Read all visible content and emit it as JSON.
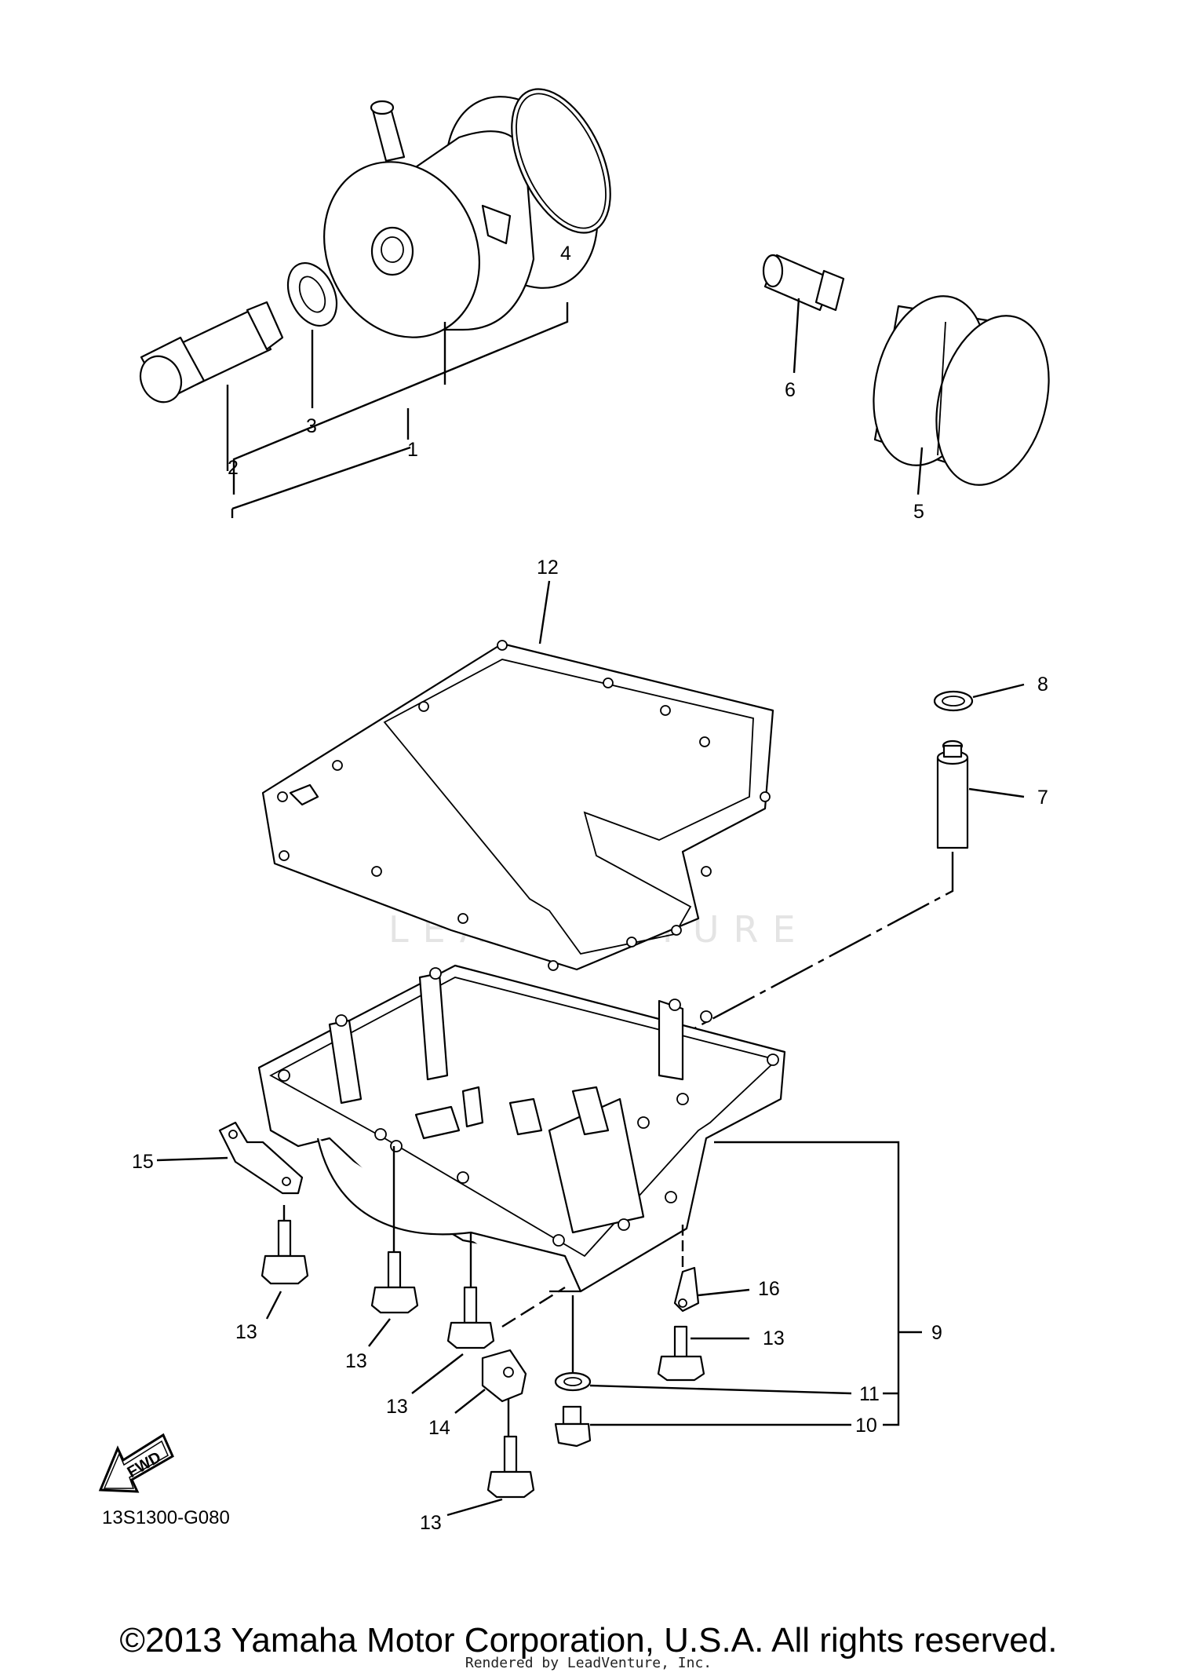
{
  "diagram_code": "13S1300-G080",
  "copyright": "©2013 Yamaha Motor Corporation, U.S.A. All rights reserved.",
  "rendered_by": "Rendered by LeadVenture, Inc.",
  "watermark": "LEADVENTURE",
  "fwd_label": "FWD",
  "callouts": {
    "c1": "1",
    "c2": "2",
    "c3": "3",
    "c4": "4",
    "c5": "5",
    "c6": "6",
    "c7": "7",
    "c8": "8",
    "c9": "9",
    "c10": "10",
    "c11": "11",
    "c12": "12",
    "c13a": "13",
    "c13b": "13",
    "c13c": "13",
    "c13d": "13",
    "c13e": "13",
    "c14": "14",
    "c15": "15",
    "c16": "16"
  }
}
